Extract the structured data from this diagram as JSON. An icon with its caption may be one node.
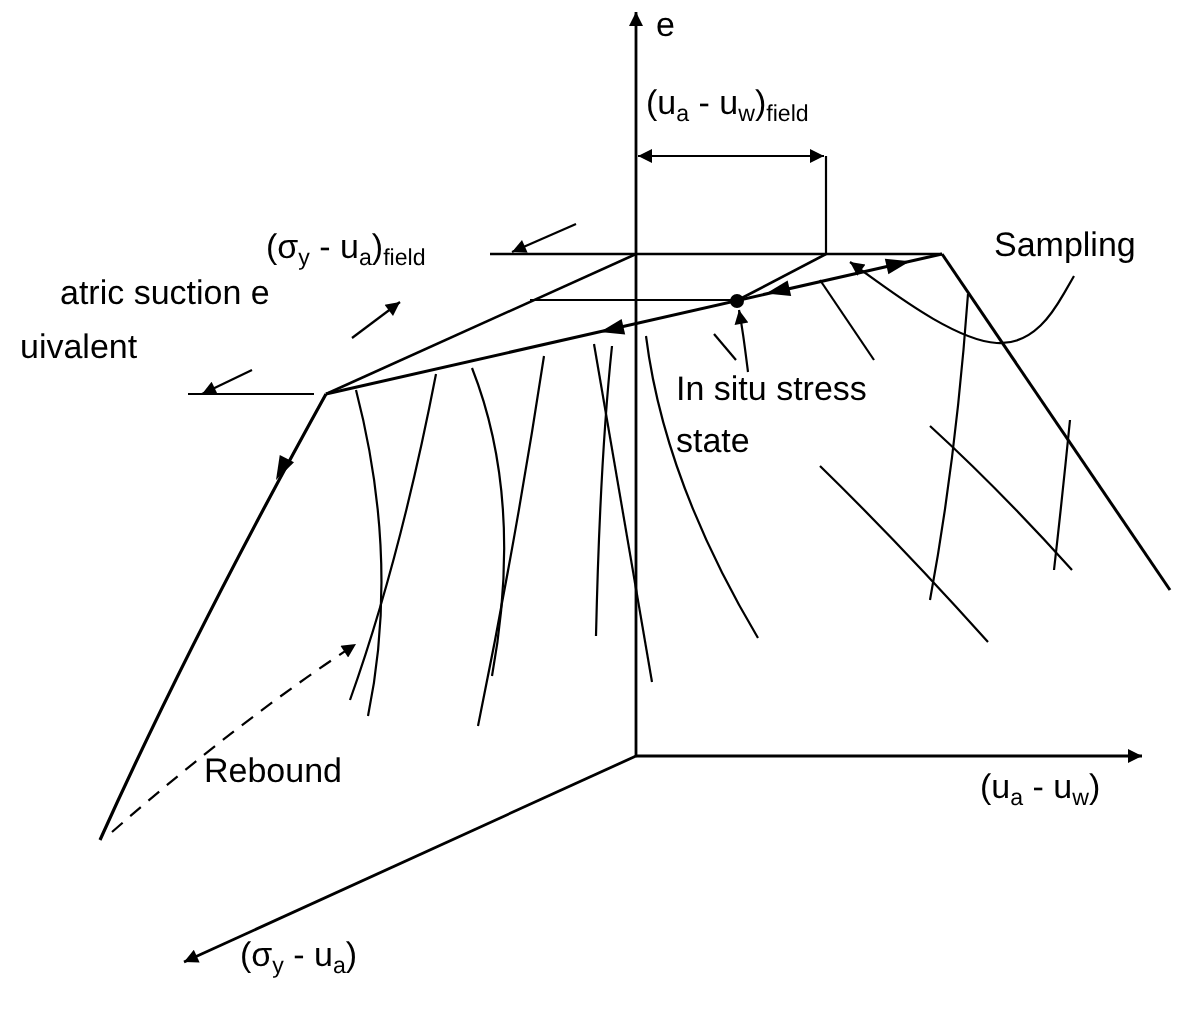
{
  "diagram": {
    "nodes": [
      {
        "text": [
          "In situ stress state"
        ]
      },
      {
        "text": [],
        "shape": "circle"
      },
      {
        "text": [
          "Sampling"
        ]
      }
    ],
    "edges": [
      {
        "from": 0,
        "to": 1,
        "arrow": "to"
      },
      {
        "from": 2,
        "to": null,
        "arrow": "to"
      }
    ],
    "labels": [
      "e",
      "(u$_{a}$ - u$_{w}$)$_{field}$",
      "(σ$_{y}$ - u$_{a}$)$_{field}$",
      "atric suction e uivalent",
      "Rebound",
      "(u$_{a}$ - u$_{w}$)",
      "(σ$_{y}$ - u$_{a}$)"
    ]
  }
}
